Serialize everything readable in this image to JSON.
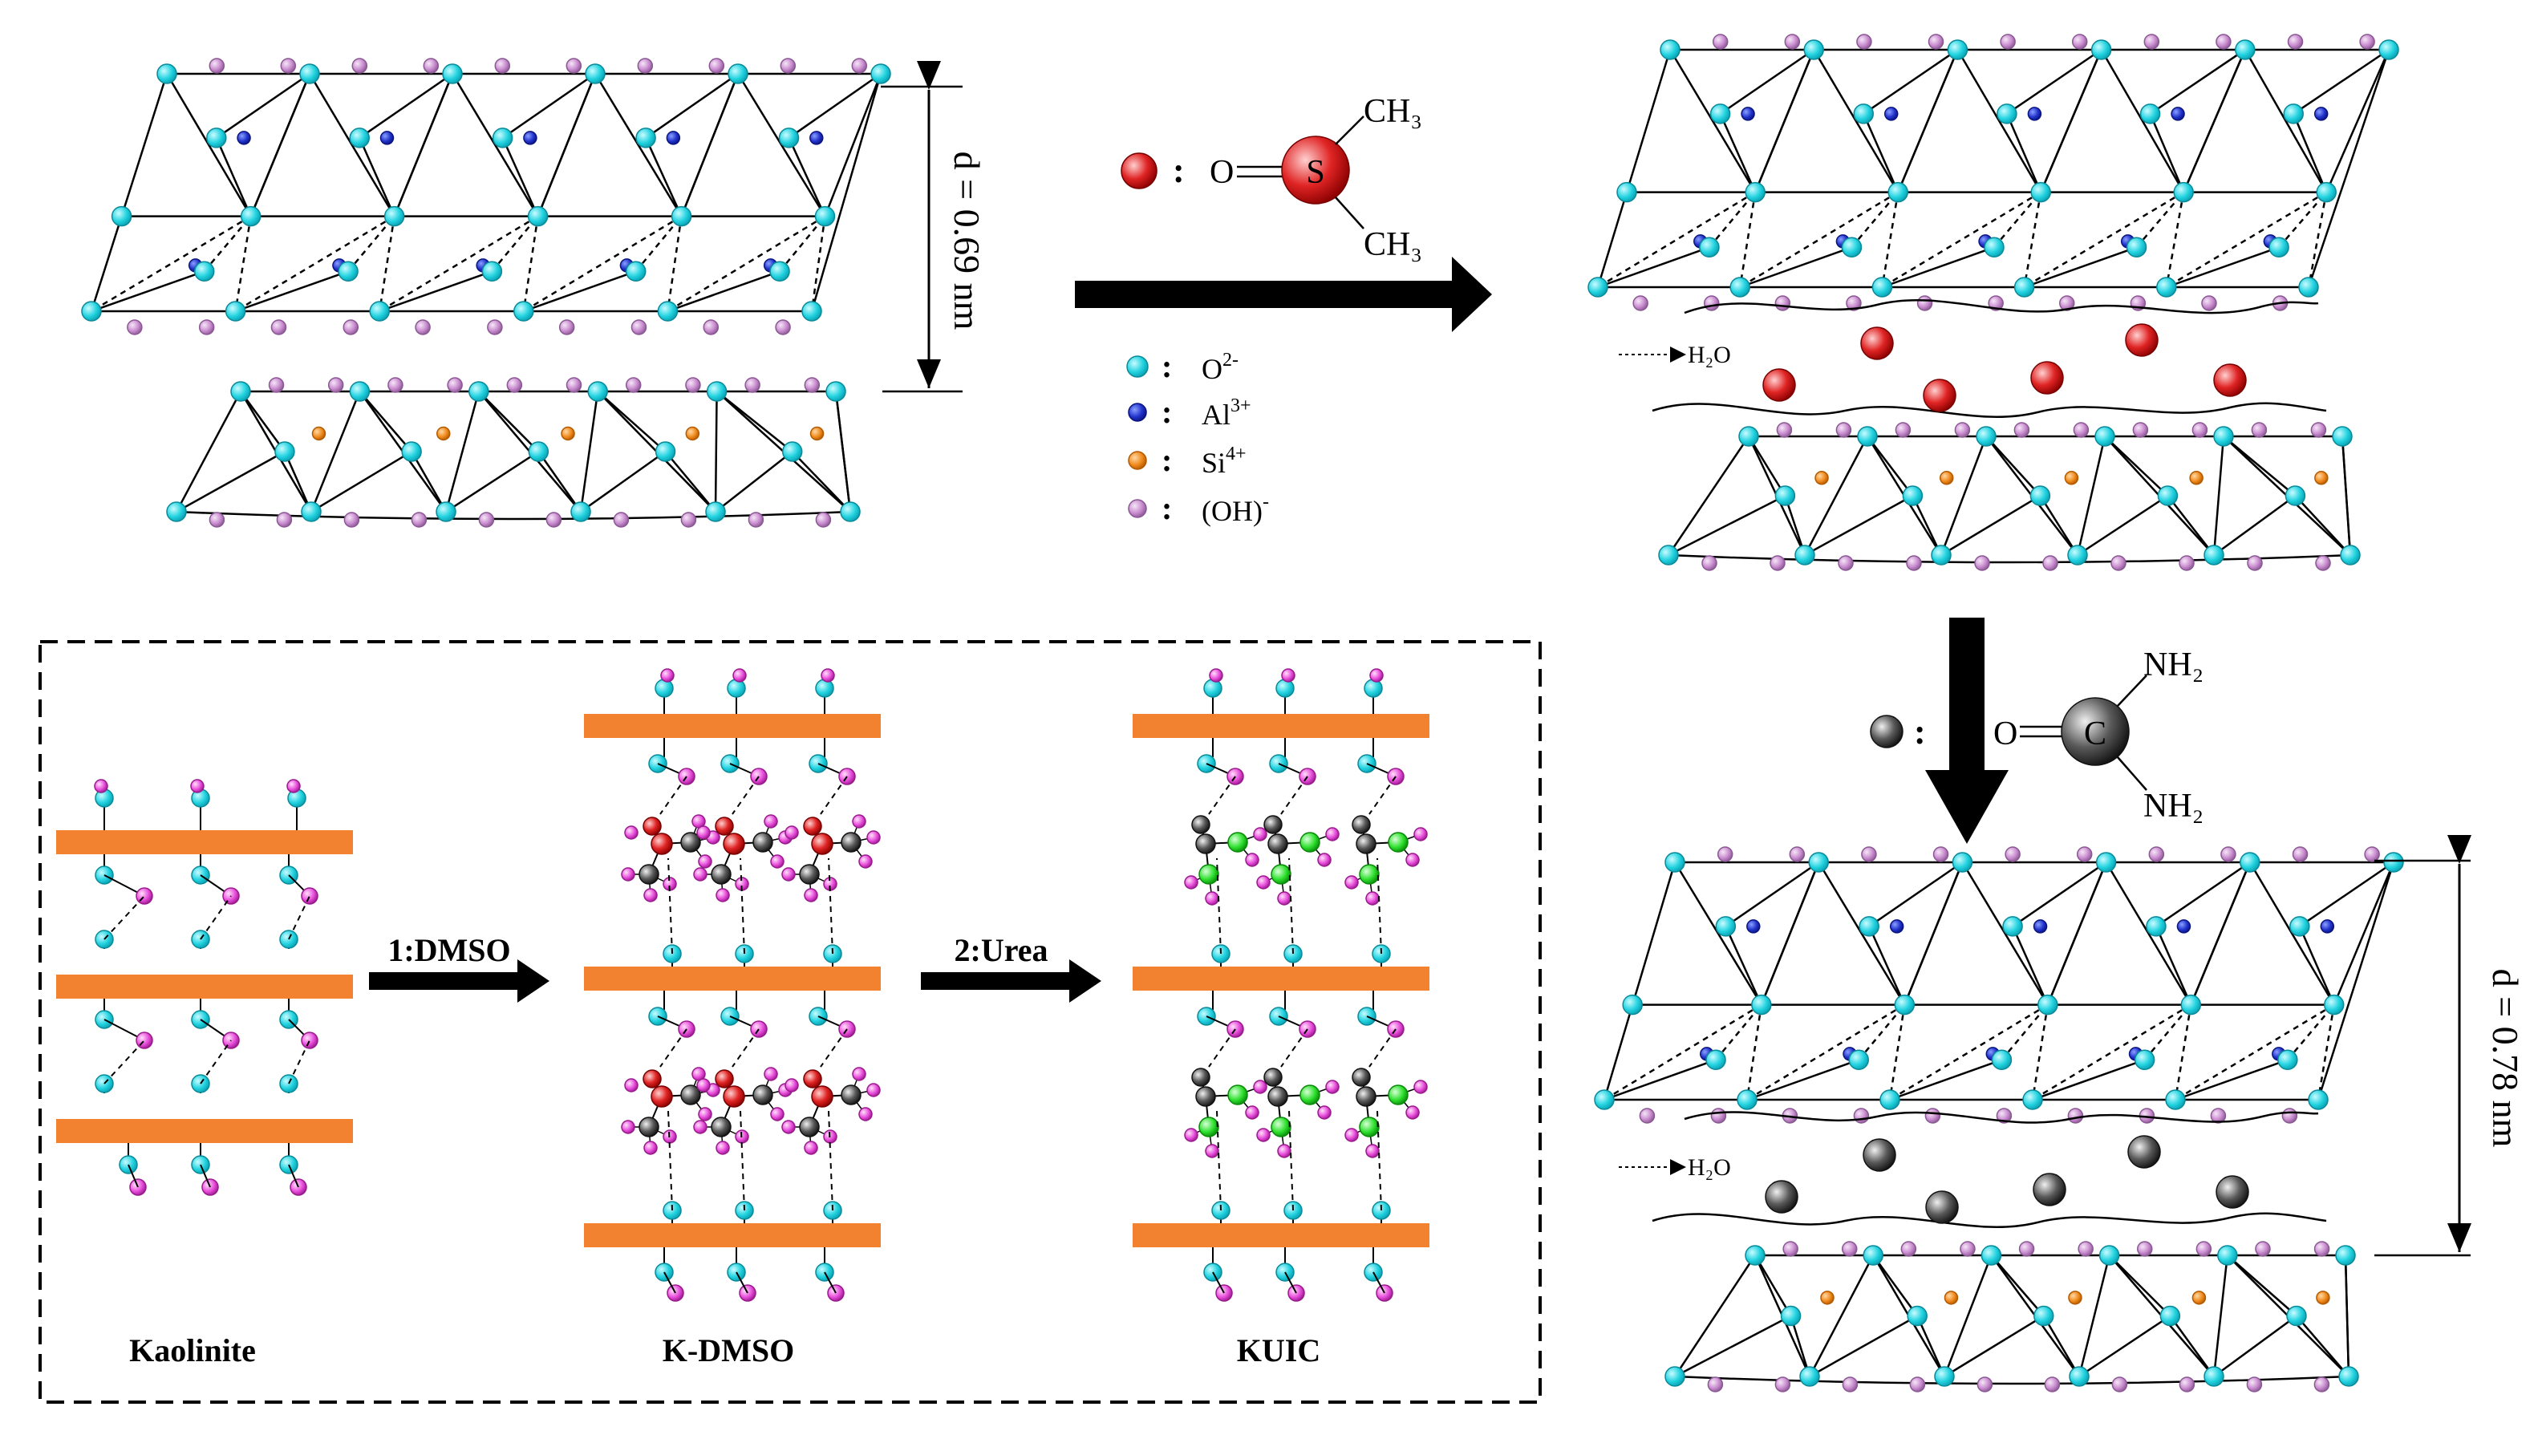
{
  "labels": {
    "d_initial": "d = 0.69 nm",
    "d_final": "d = 0.78 nm",
    "water_top": "H₂O",
    "water_bottom": "H₂O"
  },
  "dmso_formula": {
    "oxygen": "O",
    "sulfur": "S",
    "methyl_top": "CH₃",
    "methyl_bottom": "CH₃"
  },
  "urea_formula": {
    "oxygen": "O",
    "carbon": "C",
    "amine_top": "NH₂",
    "amine_bottom": "NH₂"
  },
  "legend": [
    {
      "symbol": "O",
      "charge": "2-",
      "color": "#22d3e0"
    },
    {
      "symbol": "Al",
      "charge": "3+",
      "color": "#2233cc"
    },
    {
      "symbol": "Si",
      "charge": "4+",
      "color": "#f08a1c"
    },
    {
      "symbol": "(OH)",
      "charge": "-",
      "color": "#c98ccf"
    }
  ],
  "scheme": {
    "steps": [
      "1:DMSO",
      "2:Urea"
    ],
    "stages": [
      "Kaolinite",
      "K-DMSO",
      "KUIC"
    ]
  },
  "colors": {
    "oxygen": "#22d3e0",
    "aluminium": "#2233cc",
    "silicon": "#f08a1c",
    "hydroxyl": "#c98ccf",
    "dmso": "#e02424",
    "urea": "#3a3a3a",
    "sheet": "#f28230",
    "hydrogen": "#e84ddb",
    "nitrogen": "#2ee02e",
    "carbon": "#4a4a4a"
  }
}
